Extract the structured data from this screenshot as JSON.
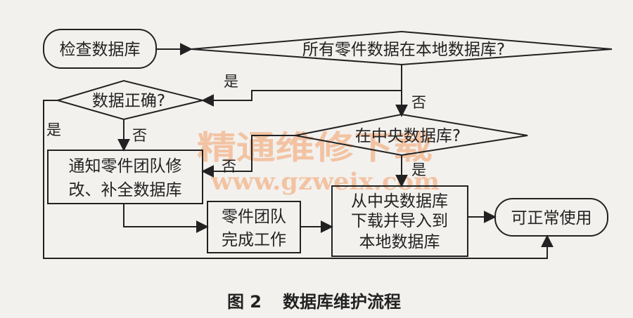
{
  "nodes": {
    "check_db": "检查数据库",
    "all_parts_local": "所有零件数据在本地数据库?",
    "data_correct": "数据正确?",
    "in_central": "在中央数据库?",
    "notify_line1": "通知零件团队修",
    "notify_line2": "改、补全数据库",
    "team_line1": "零件团队",
    "team_line2": "完成工作",
    "download_line1": "从中央数据库",
    "download_line2": "下载并导入到",
    "download_line3": "本地数据库",
    "usable": "可正常使用"
  },
  "labels": {
    "yes_to_data_correct": "是",
    "no_to_central": "否",
    "yes_left_branch": "是",
    "no_to_notify": "否",
    "no_from_central": "否",
    "yes_from_central": "是"
  },
  "caption": {
    "figure": "图 2",
    "title": "数据库维护流程"
  },
  "watermark": {
    "line1": "精通维修下载",
    "line2": "www.gzweix.com",
    "color": "#f2b48a"
  }
}
